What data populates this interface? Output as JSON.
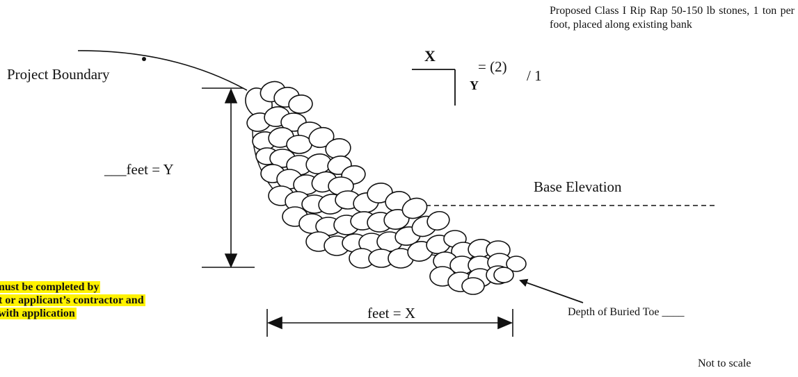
{
  "labels": {
    "rip_rap_note": "Proposed Class I Rip Rap 50-150 lb stones, 1 ton per foot, placed along existing bank",
    "project_boundary": "Project Boundary",
    "feet_y": "___feet = Y",
    "feet_x": "feet = X",
    "base_elevation": "Base Elevation",
    "depth_of_buried_toe": "Depth of Buried Toe ____",
    "not_to_scale": "Not to scale"
  },
  "slope_ratio": {
    "x_symbol": "X",
    "y_symbol": "Y",
    "ratio_text": "= (2)",
    "per_text": "/ 1"
  },
  "highlight_note": {
    "lines": [
      "ings must be completed by",
      "cant or applicant’s contractor and",
      "itted with application"
    ],
    "highlight_color": "#fff200"
  }
}
